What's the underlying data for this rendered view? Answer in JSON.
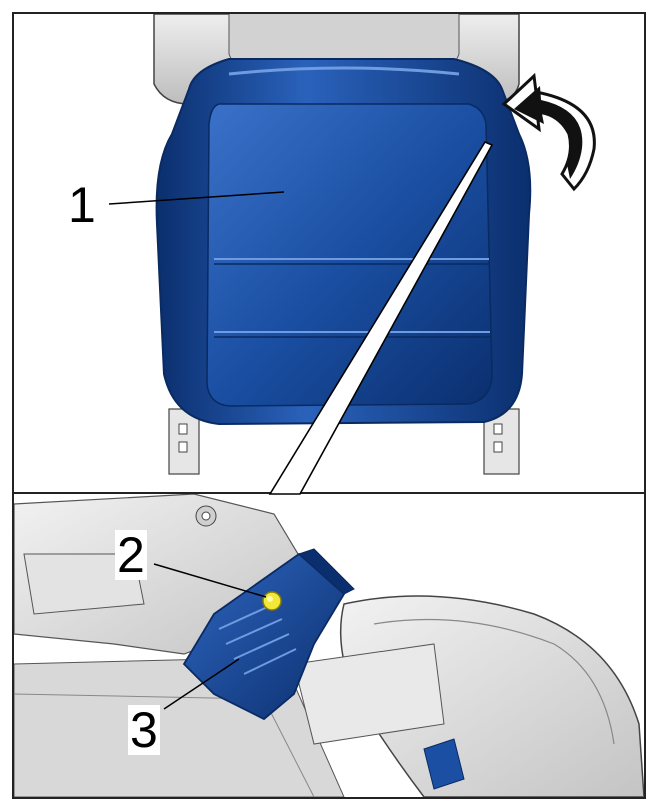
{
  "callouts": {
    "one": "1",
    "two": "2",
    "three": "3"
  },
  "colors": {
    "seat_blue": "#1a4fa3",
    "seat_blue_dark": "#0b2f6e",
    "highlight_yellow": "#f2e83a",
    "gray_part": "#d9d9d9",
    "outline": "#222222"
  }
}
